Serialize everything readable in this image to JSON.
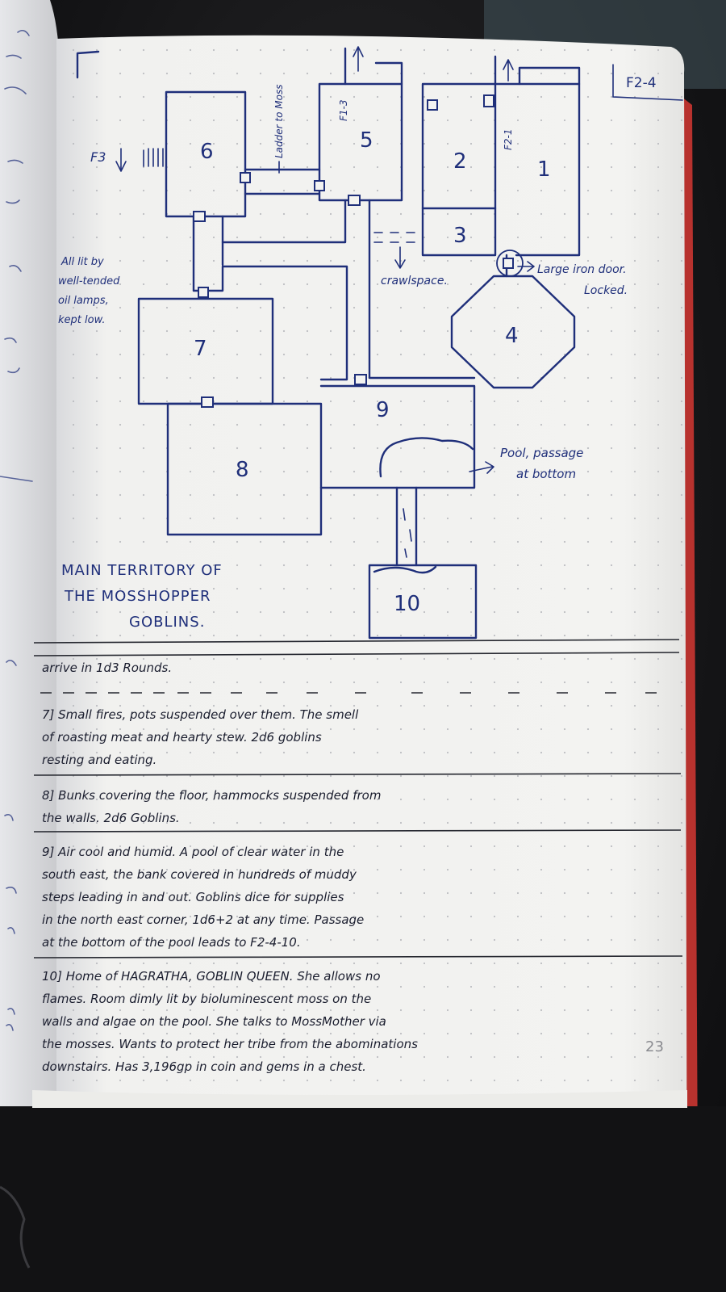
{
  "page": {
    "section_tag": "F2-4",
    "page_number": "23"
  },
  "map": {
    "rooms": [
      {
        "label": "1"
      },
      {
        "label": "2"
      },
      {
        "label": "3"
      },
      {
        "label": "4"
      },
      {
        "label": "5"
      },
      {
        "label": "6"
      },
      {
        "label": "7"
      },
      {
        "label": "8"
      },
      {
        "label": "9"
      },
      {
        "label": "10"
      }
    ],
    "stairs_up_left": "F1-3",
    "stairs_up_right": "F2-1",
    "stairs_down": "F3",
    "ladder_note": "Ladder to Moss",
    "lighting_note": [
      "All lit by",
      "well-tended",
      "oil lamps,",
      "kept low."
    ],
    "crawlspace_note": "crawlspace.",
    "iron_door_note": [
      "Large iron door.",
      "Locked."
    ],
    "pool_note": [
      "Pool, passage",
      "at bottom"
    ],
    "caption": [
      "MAIN TERRITORY OF",
      "THE MOSSHOPPER",
      "GOBLINS."
    ]
  },
  "notes": {
    "line_1": "arrive in 1d3 Rounds.",
    "entry_7": [
      "7] Small fires, pots suspended over them. The smell",
      "of roasting meat and hearty stew. 2d6 goblins",
      "resting and eating."
    ],
    "entry_8": [
      "8] Bunks covering the floor, hammocks suspended from",
      "the walls. 2d6 Goblins."
    ],
    "entry_9": [
      "9] Air cool and humid. A pool of clear water in the",
      "south east, the bank covered in hundreds of muddy",
      "steps leading in and out. Goblins dice for supplies",
      "in the north east corner, 1d6+2 at any time. Passage",
      "at the bottom of the pool leads to F2-4-10."
    ],
    "entry_10": [
      "10] Home of HAGRATHA, GOBLIN QUEEN. She allows no",
      "flames. Room dimly lit by bioluminescent moss on the",
      "walls and algae on the pool. She talks to MossMother via",
      "the mosses. Wants to protect her tribe from the abominations",
      "downstairs. Has 3,196gp in coin and gems in a chest."
    ]
  }
}
